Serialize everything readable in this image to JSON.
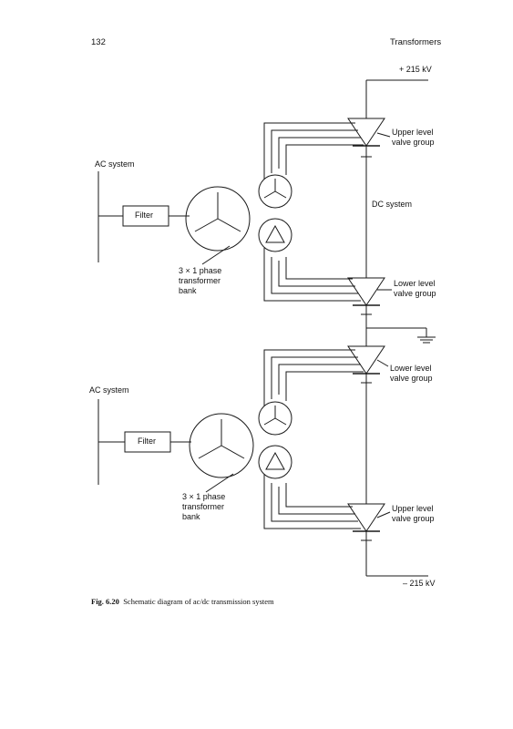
{
  "header": {
    "page_number": "132",
    "running_title": "Transformers"
  },
  "labels": {
    "top_voltage": "+ 215 kV",
    "bottom_voltage": "– 215 kV",
    "ac_system_upper": "AC system",
    "ac_system_lower": "AC system",
    "filter_upper": "Filter",
    "filter_lower": "Filter",
    "dc_system": "DC system",
    "bank_upper_line1": "3 × 1 phase",
    "bank_upper_line2": "transformer",
    "bank_upper_line3": "bank",
    "bank_lower_line1": "3 × 1 phase",
    "bank_lower_line2": "transformer",
    "bank_lower_line3": "bank",
    "valve1_line1": "Upper level",
    "valve1_line2": "valve group",
    "valve2_line1": "Lower level",
    "valve2_line2": "valve group",
    "valve3_line1": "Lower level",
    "valve3_line2": "valve group",
    "valve4_line1": "Upper level",
    "valve4_line2": "valve group"
  },
  "caption": {
    "label": "Fig. 6.20",
    "text": "Schematic diagram of ac/dc transmission system"
  }
}
